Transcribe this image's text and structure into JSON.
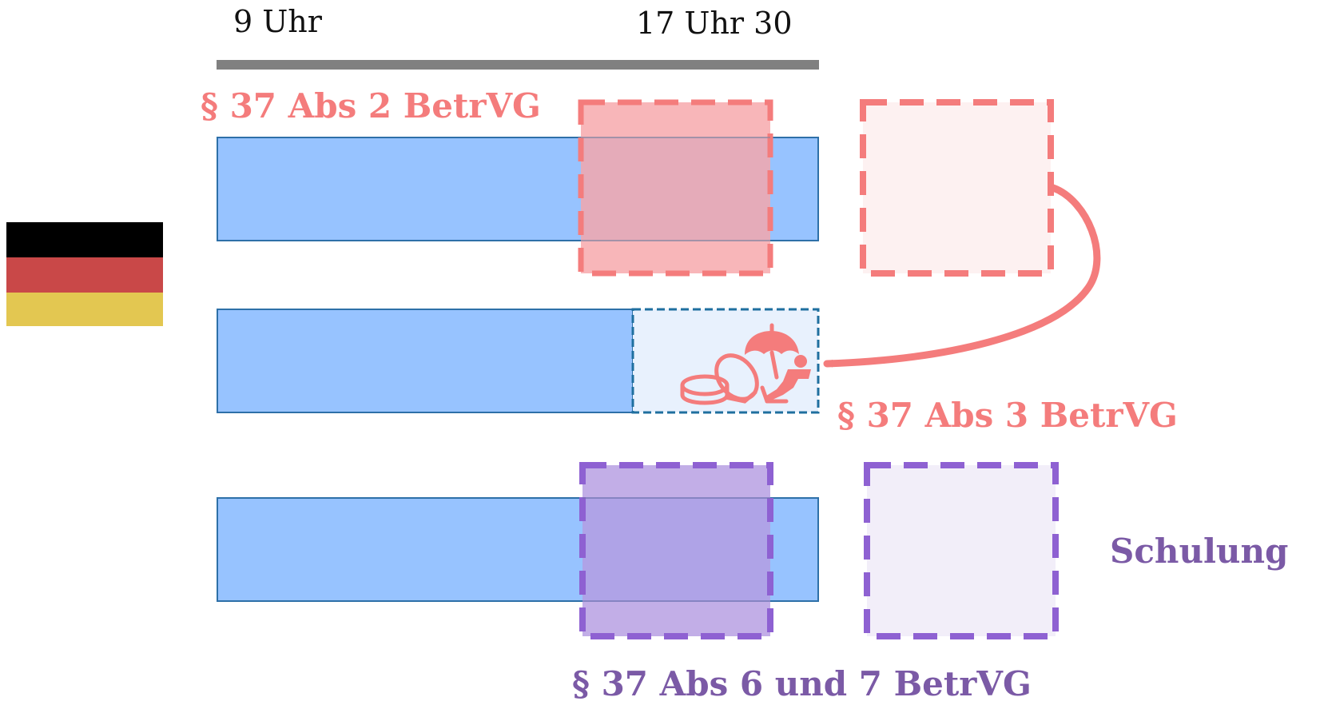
{
  "timeline": {
    "start_label": "9 Uhr",
    "end_label": "17 Uhr 30"
  },
  "flag": {
    "icon": "germany-flag-icon",
    "colors": [
      "#000000",
      "#c94848",
      "#e3c751"
    ]
  },
  "rows": {
    "top": {
      "law_label": "§ 37 Abs 2 BetrVG"
    },
    "middle": {
      "law_label": "§ 37 Abs 3 BetrVG",
      "icons": [
        "coins-icon",
        "beach-umbrella-icon",
        "relaxing-person-icon"
      ]
    },
    "bottom": {
      "law_label": "§ 37 Abs 6 und 7 BetrVG",
      "side_label": "Schulung"
    }
  },
  "colors": {
    "workday_bar": "#97c3ff",
    "red_accent": "#f47c7c",
    "purple_accent": "#8e61d2",
    "blue_dashed": "#1f6f9f"
  }
}
